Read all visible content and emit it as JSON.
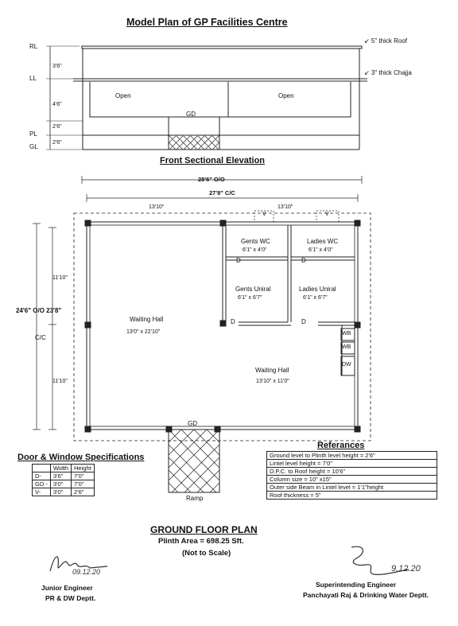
{
  "title": "Model Plan of GP Facilities Centre",
  "elevation": {
    "heading": "Front Sectional Elevation",
    "levels": [
      "RL",
      "LL",
      "PL",
      "GL"
    ],
    "heights": [
      "3'6\"",
      "4'6\"",
      "2'6\"",
      "2'6\""
    ],
    "roof_note": "↙ 5\" thick Roof",
    "chajja_note": "↙ 3\" thick Chajja",
    "open_left": "Open",
    "open_right": "Open",
    "gd": "GD"
  },
  "plan": {
    "overall_oo": "28'6\" O/O",
    "overall_cc": "27'8\" C/C",
    "left_width": "13'10\"",
    "right_width": "13'10\"",
    "side_oo": "24'6\" O/O 23'8\"",
    "side_cc": "C/C",
    "upper_height": "11'10\"",
    "lower_height": "11'10\"",
    "v": "V",
    "d": "D",
    "gd": "GD",
    "ramp": "Ramp",
    "wb": "WB",
    "dw": "DW",
    "rooms": {
      "gents_wc": "Gents WC",
      "gents_wc_size": "6'1\" x 4'0\"",
      "ladies_wc": "Ladies WC",
      "ladies_wc_size": "6'1\" x 4'0\"",
      "gents_urinal": "Gents Uniral",
      "gents_urinal_size": "6'1\" x 6'7\"",
      "ladies_urinal": "Ladies Uniral",
      "ladies_urinal_size": "6'1\" x 6'7\"",
      "waiting_hall_1": "Waiting Hall",
      "waiting_hall_1_size": "13'0\" x 22'10\"",
      "waiting_hall_2": "Waiting Hall",
      "waiting_hall_2_size": "13'10\" x 11'0\""
    }
  },
  "door_window_spec": {
    "heading": "Door & Window Specifications",
    "headers": [
      "",
      "Width",
      "Height"
    ],
    "rows": [
      [
        "D-",
        "3'6\"",
        "7'0\""
      ],
      [
        "GD -",
        "3'0\"",
        "7'0\""
      ],
      [
        "V-",
        "3'0\"",
        "2'6\""
      ]
    ]
  },
  "references": {
    "heading": "Referances",
    "rows": [
      "Ground level to Plinth level height = 2'6\"",
      "Lintel level height                = 7'0\"",
      "D.P.C. to Roof height              = 10'6\"",
      "Column size                        = 10\" x15\"",
      "Outer side Beam in Lintel level    = 1'1\"height",
      "Roof thickness                     = 5\""
    ]
  },
  "footer": {
    "plan_title": "GROUND FLOOR PLAN",
    "plinth_area": "Plinth Area = 698.25 Sft.",
    "scale_note": "(Not to Scale)",
    "left_date": "09.12.20",
    "right_date": "9.12.20",
    "left_sig_1": "Junior Engineer",
    "left_sig_2": "PR & DW Deptt.",
    "right_sig_1": "Superintending Engineer",
    "right_sig_2": "Panchayati Raj & Drinking Water Deptt."
  }
}
